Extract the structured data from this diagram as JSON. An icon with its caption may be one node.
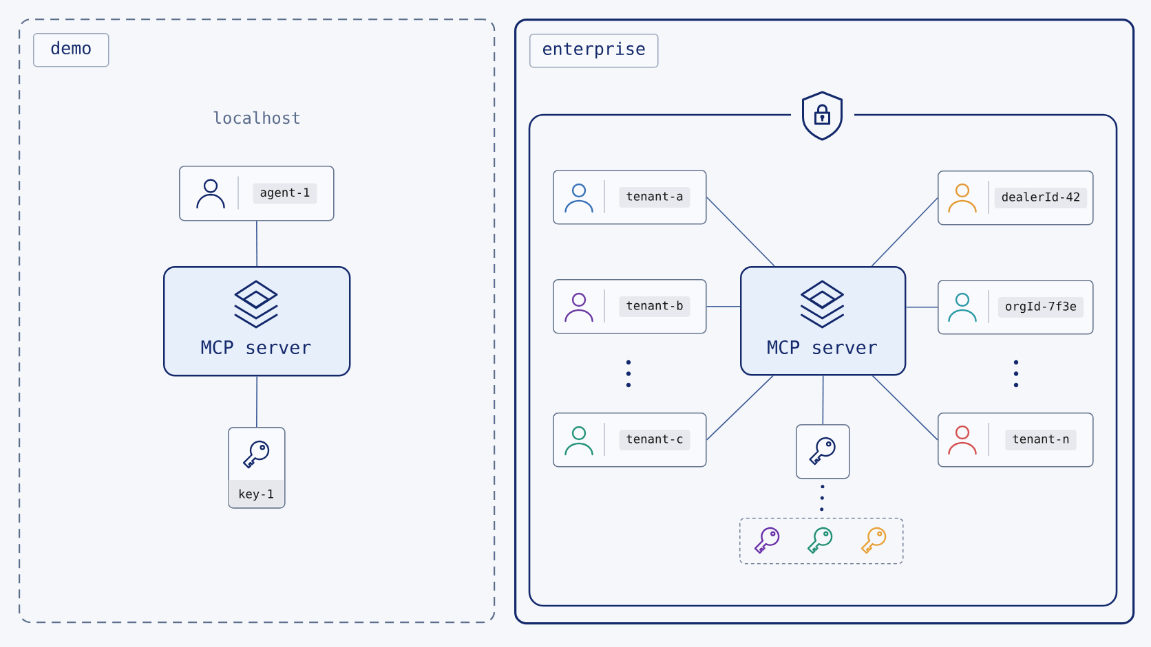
{
  "diagram": {
    "nodes": [
      {
        "text": [
          "demo"
        ]
      },
      {
        "text": [
          "agent-1"
        ],
        "in": 0
      },
      {
        "text": [
          "MCP server"
        ],
        "in": 0
      },
      {
        "text": [
          "key-1"
        ],
        "in": 0
      },
      {
        "text": [
          "enterprise"
        ]
      },
      {
        "text": [],
        "shape": "box",
        "in": 4
      },
      {
        "text": [
          "tenant-a"
        ],
        "in": 5
      },
      {
        "text": [
          "dealerId-42"
        ],
        "in": 5
      },
      {
        "text": [
          "tenant-b"
        ],
        "in": 5
      },
      {
        "text": [
          "MCP server"
        ],
        "in": 5
      },
      {
        "text": [
          "orgId-7f3e"
        ],
        "in": 5
      },
      {
        "text": [
          "tenant-c"
        ],
        "in": 5
      },
      {
        "text": [],
        "shape": "box",
        "in": 5
      },
      {
        "text": [
          "tenant-n"
        ],
        "in": 5
      },
      {
        "text": [],
        "shape": "box",
        "in": 5
      }
    ],
    "edges": [
      {
        "from": 1,
        "to": 2,
        "arrow": "none"
      },
      {
        "from": 2,
        "to": 3,
        "arrow": "none"
      },
      {
        "from": 6,
        "to": 9,
        "arrow": "none"
      },
      {
        "from": 8,
        "to": 9,
        "arrow": "none"
      },
      {
        "from": 11,
        "to": 9,
        "arrow": "none"
      },
      {
        "from": 7,
        "to": 9,
        "arrow": "none"
      },
      {
        "from": 10,
        "to": 9,
        "arrow": "none"
      },
      {
        "from": 13,
        "to": 9,
        "arrow": "none"
      },
      {
        "from": 9,
        "to": 12,
        "arrow": "none"
      },
      {
        "from": 12,
        "to": 14,
        "arrow": "none",
        "style": "dashed",
        "color": "#14296b"
      }
    ],
    "labels": [
      "localhost"
    ]
  }
}
